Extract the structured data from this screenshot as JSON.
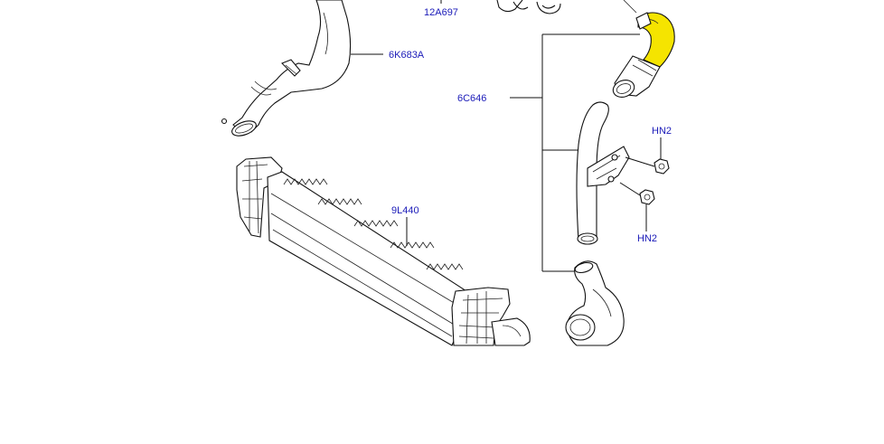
{
  "diagram": {
    "labels": {
      "part_12a697": "12A697",
      "part_6k683a": "6K683A",
      "part_6c646": "6C646",
      "part_9l440": "9L440",
      "part_hn2_top": "HN2",
      "part_hn2_bottom": "HN2"
    },
    "highlighted_part": "6C646",
    "colors": {
      "highlight": "#f5e400",
      "label_text": "#1a1ab8",
      "line": "#111111",
      "background": "#ffffff"
    }
  }
}
